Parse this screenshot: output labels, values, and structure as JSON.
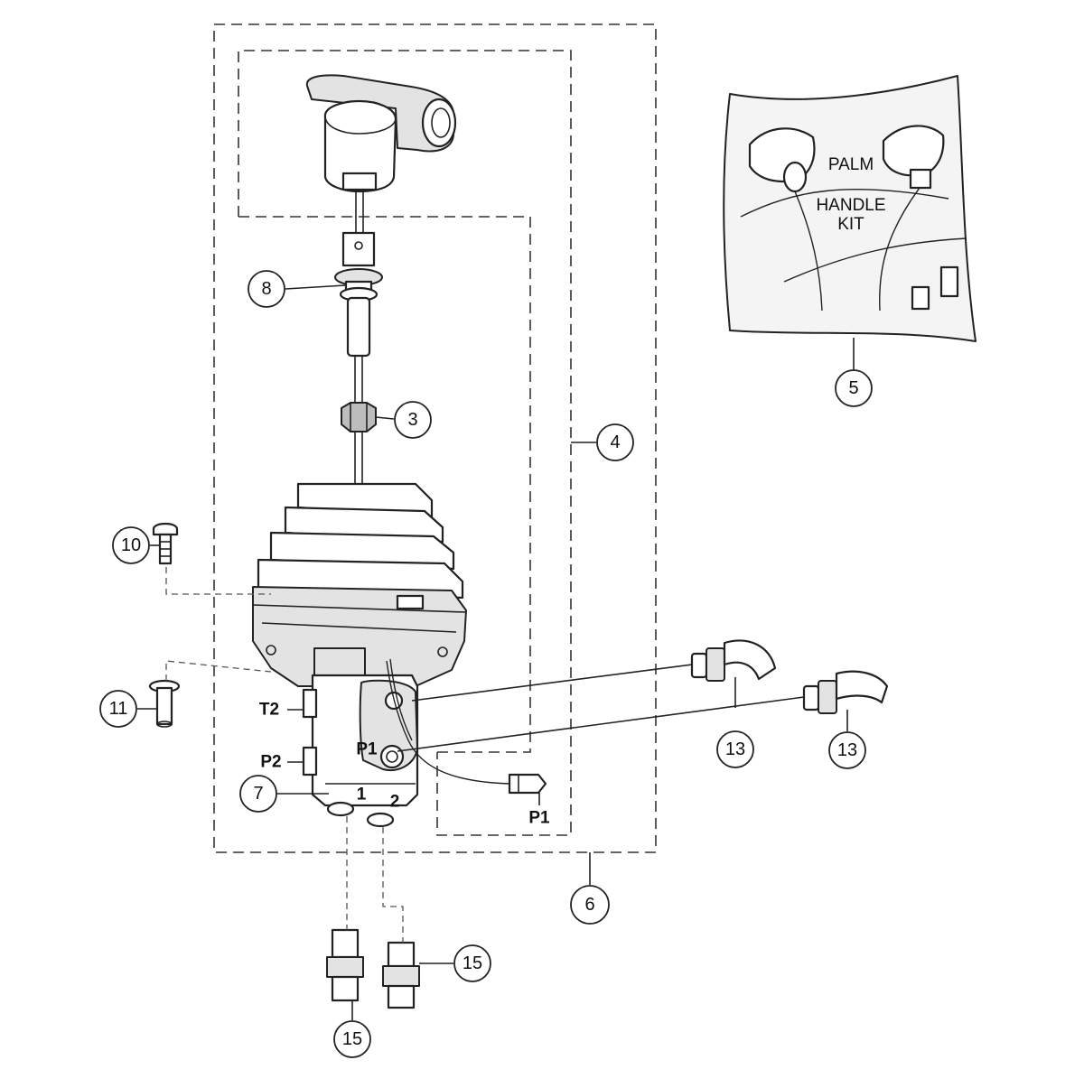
{
  "diagram": {
    "callouts": {
      "c3": "3",
      "c4": "4",
      "c5": "5",
      "c6": "6",
      "c7": "7",
      "c8": "8",
      "c10": "10",
      "c11": "11",
      "c13a": "13",
      "c13b": "13",
      "c15a": "15",
      "c15b": "15"
    },
    "ports": {
      "t2": "T2",
      "p2": "P2",
      "p1_valve": "P1",
      "p1_connector": "P1",
      "port1": "1",
      "port2": "2"
    },
    "kit_label": {
      "line1": "PALM",
      "line2": "HANDLE",
      "line3": "KIT"
    },
    "colors": {
      "line": "#222222",
      "shade": "#e3e3e3",
      "background": "#ffffff"
    }
  }
}
